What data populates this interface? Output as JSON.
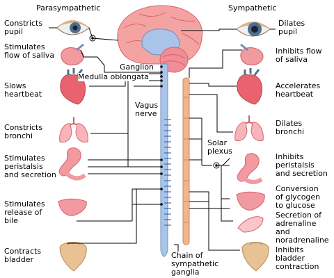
{
  "titles": {
    "left": "Parasympathetic",
    "right": "Sympathetic"
  },
  "center_labels": {
    "ganglion": "Ganglion",
    "medulla": "Medulla oblongata",
    "vagus": "Vagus\nnerve",
    "solar": "Solar\nplexus",
    "chain": "Chain of\nsympathetic\nganglia"
  },
  "parasympathetic": [
    {
      "organ": "eye",
      "label": "Constricts\npupil"
    },
    {
      "organ": "salivary-gland",
      "label": "Stimulates\nflow of saliva"
    },
    {
      "organ": "heart",
      "label": "Slows\nheartbeat"
    },
    {
      "organ": "lungs",
      "label": "Constricts\nbronchi"
    },
    {
      "organ": "stomach-intestine",
      "label": "Stimulates\nperistalsis\nand secretion"
    },
    {
      "organ": "liver",
      "label": "Stimulates\nrelease of\nbile"
    },
    {
      "organ": "bladder",
      "label": "Contracts\nbladder"
    }
  ],
  "sympathetic": [
    {
      "organ": "eye",
      "label": "Dilates\npupil"
    },
    {
      "organ": "salivary-gland",
      "label": "Inhibits flow\nof saliva"
    },
    {
      "organ": "heart",
      "label": "Accelerates\nheartbeat"
    },
    {
      "organ": "lungs",
      "label": "Dilates\nbronchi"
    },
    {
      "organ": "stomach-intestine",
      "label": "Inhibits\nperistalsis\nand secretion"
    },
    {
      "organ": "liver",
      "label": "Conversion\nof glycogen\nto glucose"
    },
    {
      "organ": "adrenal-gland",
      "label": "Secretion of\nadrenaline\nand\nnoradrenaline"
    },
    {
      "organ": "bladder",
      "label": "Inhibits\nbladder\ncontraction"
    }
  ],
  "colors": {
    "brain": "#f4a3a3",
    "brain_inner": "#a9c4e8",
    "spinal_cord": "#a9c4e8",
    "chain": "#f2b48e",
    "organ": "#f19aa0",
    "organ_dark": "#d8606b",
    "eye_white": "#f0f0f0",
    "iris": "#4d6f8c",
    "lid": "#d9b08c",
    "line": "#000000"
  }
}
